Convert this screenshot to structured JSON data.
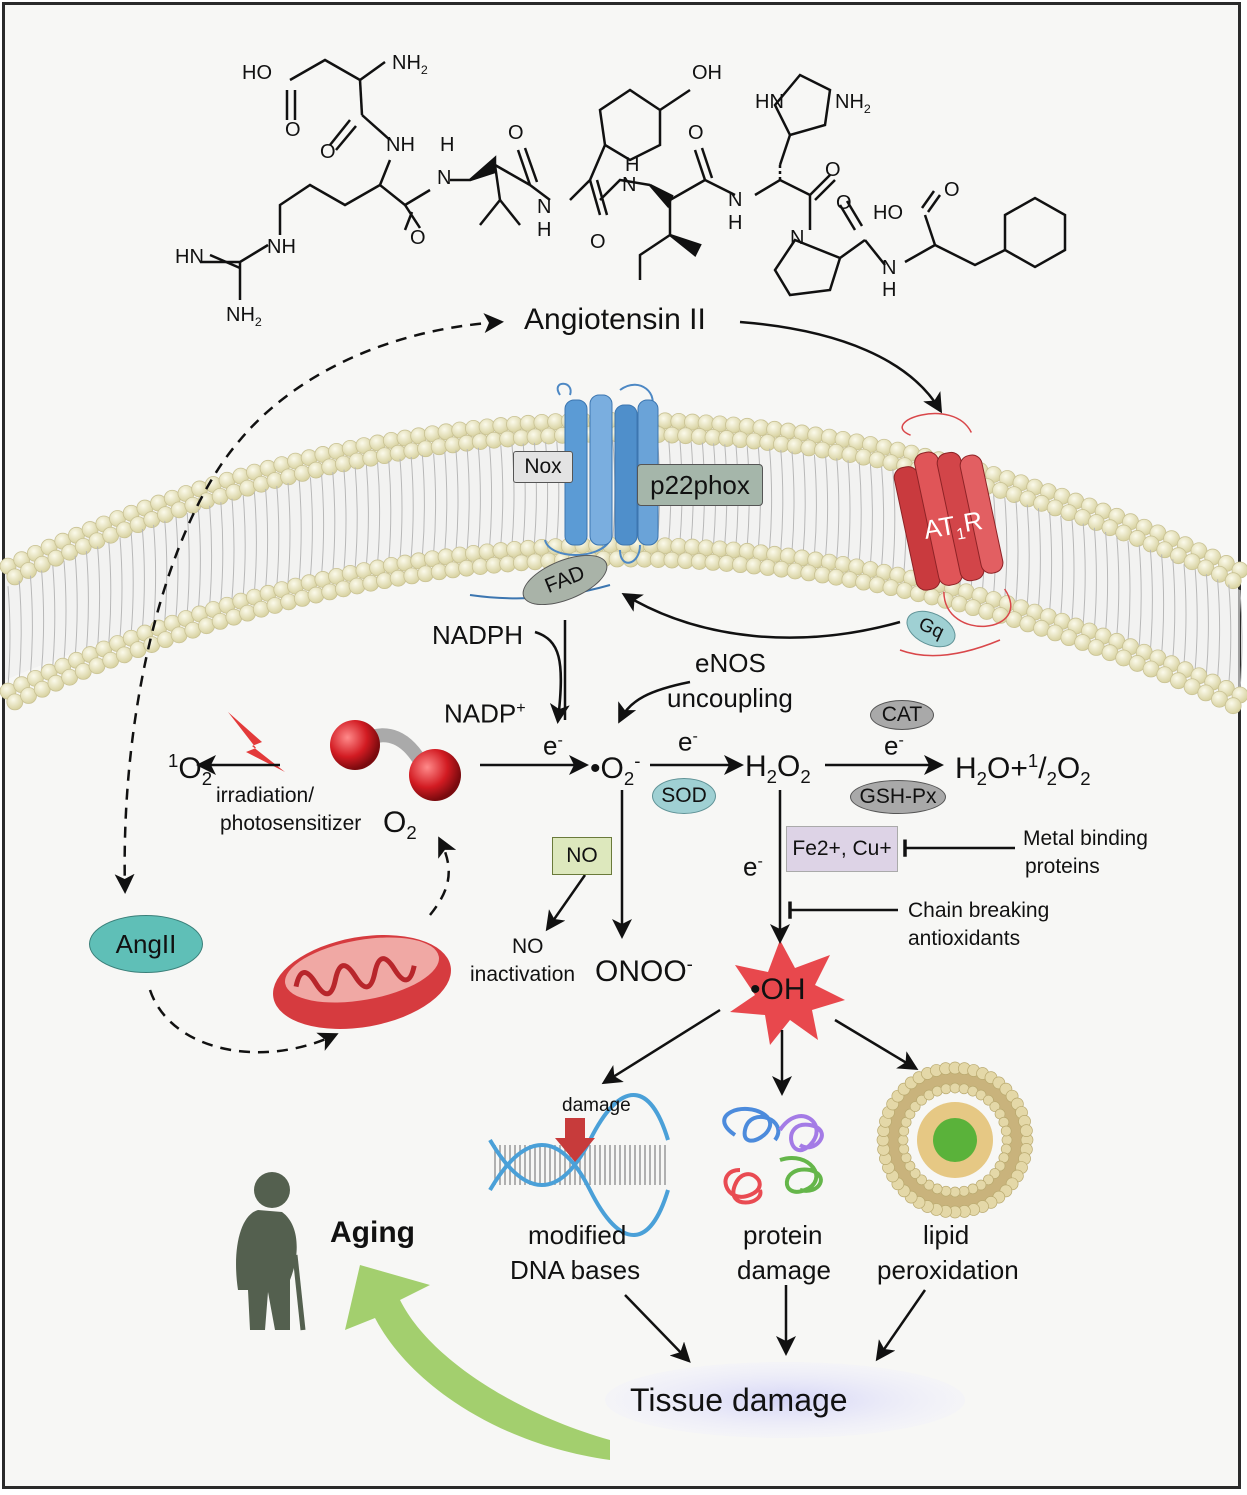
{
  "peptide": {
    "atoms": {
      "ho1": "HO",
      "nh2_1": "NH",
      "nh2_1_sub": "2",
      "o1": "O",
      "nh_a": "NH",
      "o2": "O",
      "hn1": "HN",
      "nh_b": "NH",
      "nh2_2": "NH",
      "nh2_2_sub": "2",
      "h1": "H",
      "n1": "N",
      "o3": "O",
      "oh1": "OH",
      "n2": "N",
      "h2": "H",
      "o4": "O",
      "h3": "H",
      "n3": "N",
      "o5": "O",
      "hn2": "HN",
      "nh2_3": "NH",
      "nh2_3_sub": "2",
      "n4": "N",
      "h4": "H",
      "o6": "O",
      "n5": "N",
      "ho2": "HO",
      "o7": "O",
      "o8": "O",
      "n6": "N",
      "h5": "H"
    }
  },
  "labels": {
    "angiotensin": "Angiotensin II",
    "nox": "Nox",
    "p22phox": "p22phox",
    "fad": "FAD",
    "at1r": "AT",
    "at1r_sub": "1",
    "at1r_suffix": "R",
    "gq": "Gq",
    "nadph": "NADPH",
    "nadp": "NADP",
    "nadp_sup": "+",
    "enos_line1": "eNOS",
    "enos_line2": "uncoupling",
    "singlet_o2_sup": "1",
    "singlet_o2": "O",
    "singlet_o2_sub": "2",
    "irradiation_line1": "irradiation/",
    "irradiation_line2": "photosensitizer",
    "o2": "O",
    "o2_sub": "2",
    "electron1": "e",
    "electron1_sup": "-",
    "superoxide": "•O",
    "superoxide_sub": "2",
    "superoxide_sup": "-",
    "electron2": "e",
    "electron2_sup": "-",
    "sod": "SOD",
    "h2o2": "H",
    "h2o2_sub": "2",
    "h2o2_mid": "O",
    "h2o2_sub2": "2",
    "cat": "CAT",
    "electron3": "e",
    "electron3_sup": "-",
    "gshpx": "GSH-Px",
    "water_pre": "H",
    "water_sub1": "2",
    "water_mid": "O+",
    "water_sup": "1",
    "water_slash": "/",
    "water_sub2": "2",
    "water_o": "O",
    "water_sub3": "2",
    "no": "NO",
    "no_inact_line1": "NO",
    "no_inact_line2": "inactivation",
    "onoo": "ONOO",
    "onoo_sup": "-",
    "metals": "Fe2+, Cu+",
    "electron4": "e",
    "electron4_sup": "-",
    "metal_binding_line1": "Metal binding",
    "metal_binding_line2": "proteins",
    "chain_line1": "Chain breaking",
    "chain_line2": "antioxidants",
    "hydroxyl": "•OH",
    "angii": "AngII",
    "damage": "damage",
    "dna_line1": "modified",
    "dna_line2": "DNA bases",
    "protein_line1": "protein",
    "protein_line2": "damage",
    "lipid_line1": "lipid",
    "lipid_line2": "peroxidation",
    "aging": "Aging",
    "tissue_damage": "Tissue damage"
  },
  "colors": {
    "membrane_head": "#e9e5bf",
    "nox_blue": "#5b9bd5",
    "at1r_red": "#d9474a",
    "ellipse_teal": "#9fd0d3",
    "gray_box": "#a9a9a9",
    "metal_box": "#ddd3e6",
    "no_box": "#dde8bd",
    "oh_star": "#e8484d",
    "arrow_green": "#a3cf6e",
    "tissue_glow": "#d8d8f5"
  }
}
